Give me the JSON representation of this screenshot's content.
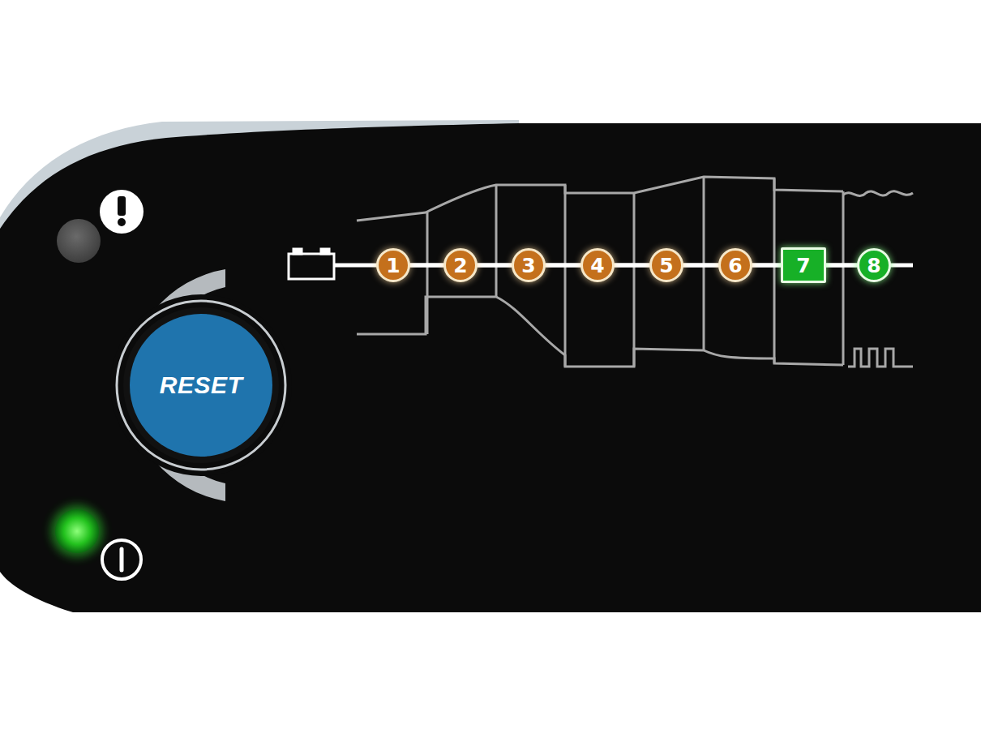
{
  "diagram": {
    "nodes": [
      {
        "text": [
          "RESET"
        ]
      },
      {
        "text": [
          "1"
        ]
      },
      {
        "text": [
          "2"
        ]
      },
      {
        "text": [
          "3"
        ]
      },
      {
        "text": [
          "4"
        ]
      },
      {
        "text": [
          "5"
        ]
      },
      {
        "text": [
          "6"
        ]
      },
      {
        "text": [
          "7"
        ]
      },
      {
        "text": [
          "8"
        ]
      }
    ],
    "edges": [
      {
        "from": 1,
        "to": 2,
        "arrow": "none"
      },
      {
        "from": 2,
        "to": 3,
        "arrow": "none"
      },
      {
        "from": 3,
        "to": 4,
        "arrow": "none"
      },
      {
        "from": 4,
        "to": 5,
        "arrow": "none"
      },
      {
        "from": 5,
        "to": 6,
        "arrow": "none"
      },
      {
        "from": 6,
        "to": 7,
        "arrow": "none"
      },
      {
        "from": 7,
        "to": 8,
        "arrow": "none"
      }
    ]
  }
}
